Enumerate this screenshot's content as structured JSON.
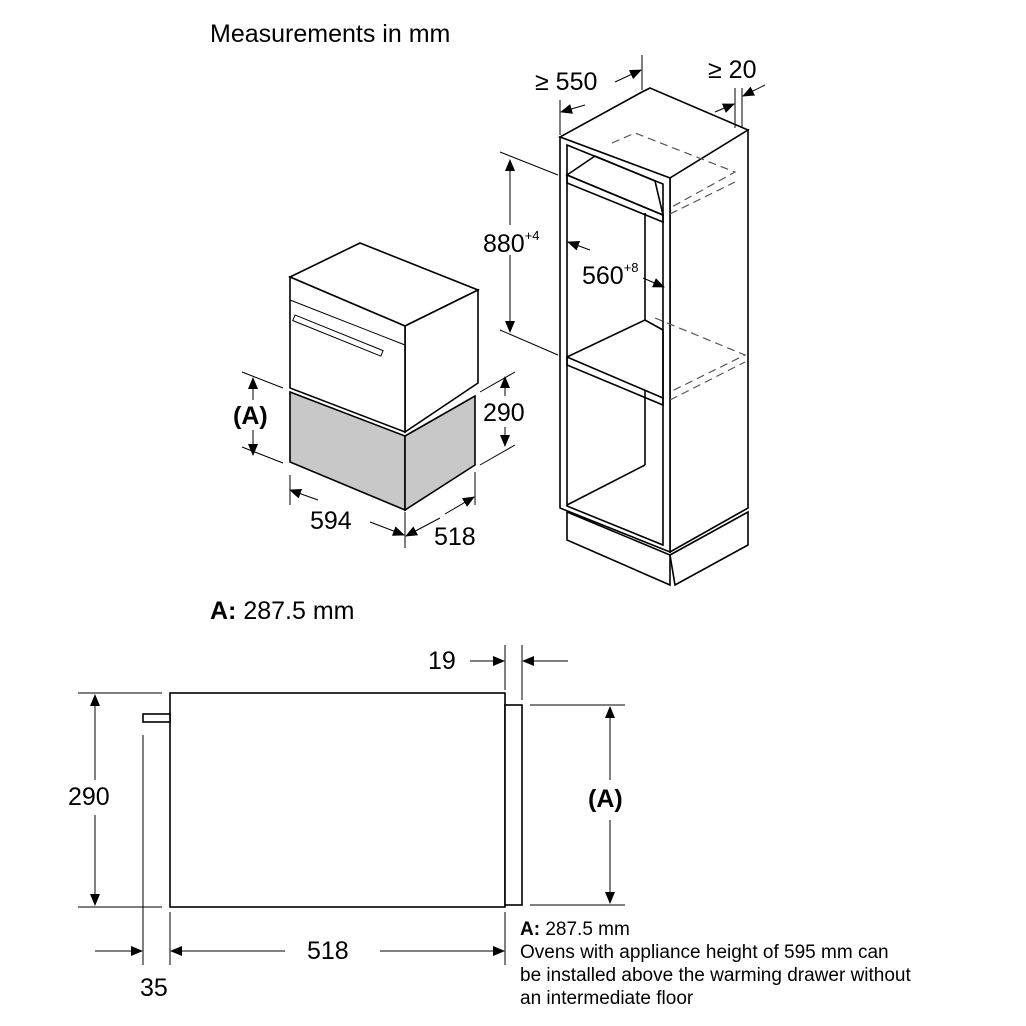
{
  "title": "Measurements in mm",
  "iso": {
    "cabinet_depth": "≥ 550",
    "gap": "≥ 20",
    "niche_height": "880",
    "niche_height_tol": "+4",
    "niche_width": "560",
    "niche_width_tol": "+8",
    "drawer_height_label": "(A)",
    "drawer_height": "290",
    "width": "594",
    "depth": "518"
  },
  "a_value_top": {
    "key": "A:",
    "value": "287.5 mm"
  },
  "side": {
    "front_offset": "19",
    "height": "290",
    "a_label": "(A)",
    "depth": "518",
    "back_offset": "35"
  },
  "note": {
    "key": "A:",
    "value": "287.5 mm",
    "lines": [
      "Ovens with appliance height of 595 mm can",
      "be installed above the warming drawer without",
      "an intermediate floor"
    ]
  }
}
